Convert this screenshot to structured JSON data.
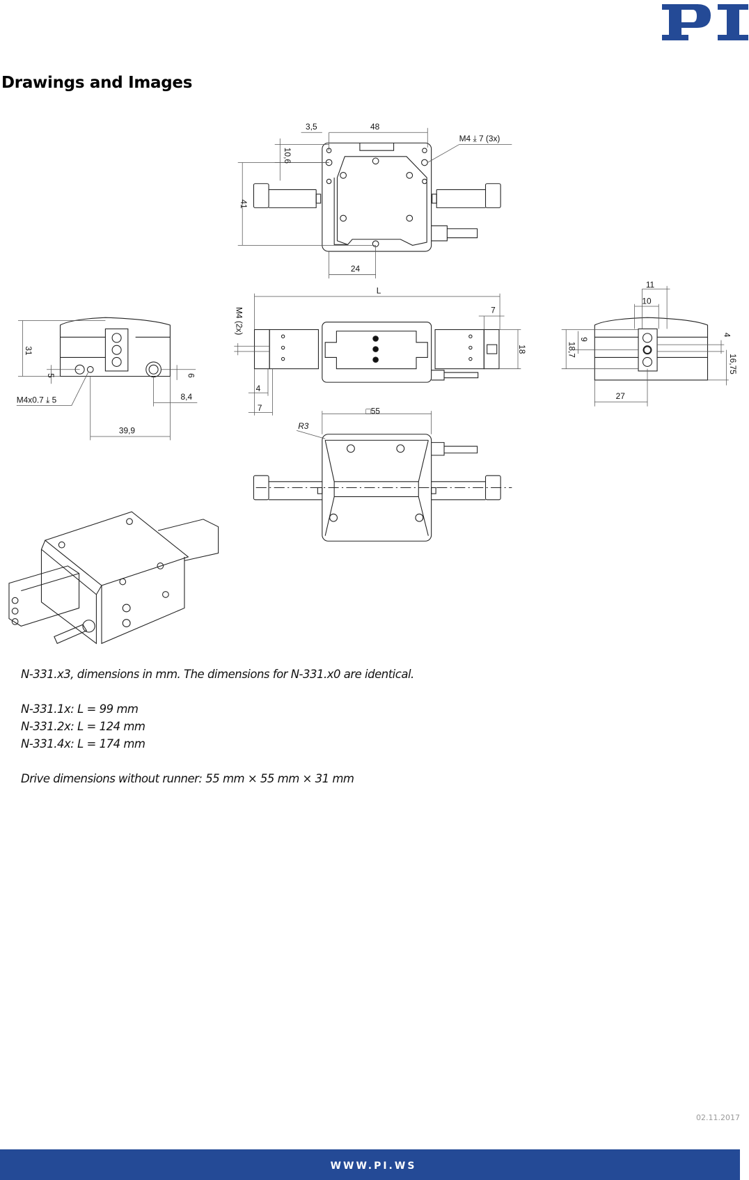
{
  "header": {
    "logo_text": "PI",
    "brand_color": "#244a96"
  },
  "page": {
    "title": "Drawings and Images"
  },
  "drawing": {
    "top_view": {
      "dim_left_offset": "3,5",
      "dim_width": "48",
      "dim_hole_offset": "10,6",
      "dim_height": "41",
      "dim_center": "24",
      "thread_note": "M4 ⤓ 7 (3x)"
    },
    "end_view_left": {
      "dim_height": "31",
      "dim_thread_height": "5",
      "thread_note": "M4x0.7 ⤓ 5",
      "dim_port_height": "6",
      "dim_port_offset": "8,4",
      "dim_hole_offset": "39,9"
    },
    "side_view": {
      "dim_length": "L",
      "thread_note": "M4 (2x)",
      "dim_end_block": "7",
      "dim_runner_height": "18",
      "dim_thread_pos": "4",
      "dim_end_left": "7"
    },
    "end_view_right": {
      "dim_11": "11",
      "dim_10": "10",
      "dim_9": "9",
      "dim_18_7": "18,7",
      "dim_4": "4",
      "dim_16_75": "16,75",
      "dim_27": "27"
    },
    "bottom_view": {
      "dim_square": "□55",
      "dim_radius": "R3"
    }
  },
  "caption": {
    "intro": "N-331.x3, dimensions in mm. The dimensions for N-331.x0 are identical.",
    "variants": [
      "N-331.1x: L = 99 mm",
      "N-331.2x: L = 124 mm",
      "N-331.4x: L = 174 mm"
    ],
    "drive_dims": "Drive dimensions without runner: 55 mm × 55 mm × 31 mm"
  },
  "footer": {
    "date": "02.11.2017",
    "url": "WWW.PI.WS"
  }
}
